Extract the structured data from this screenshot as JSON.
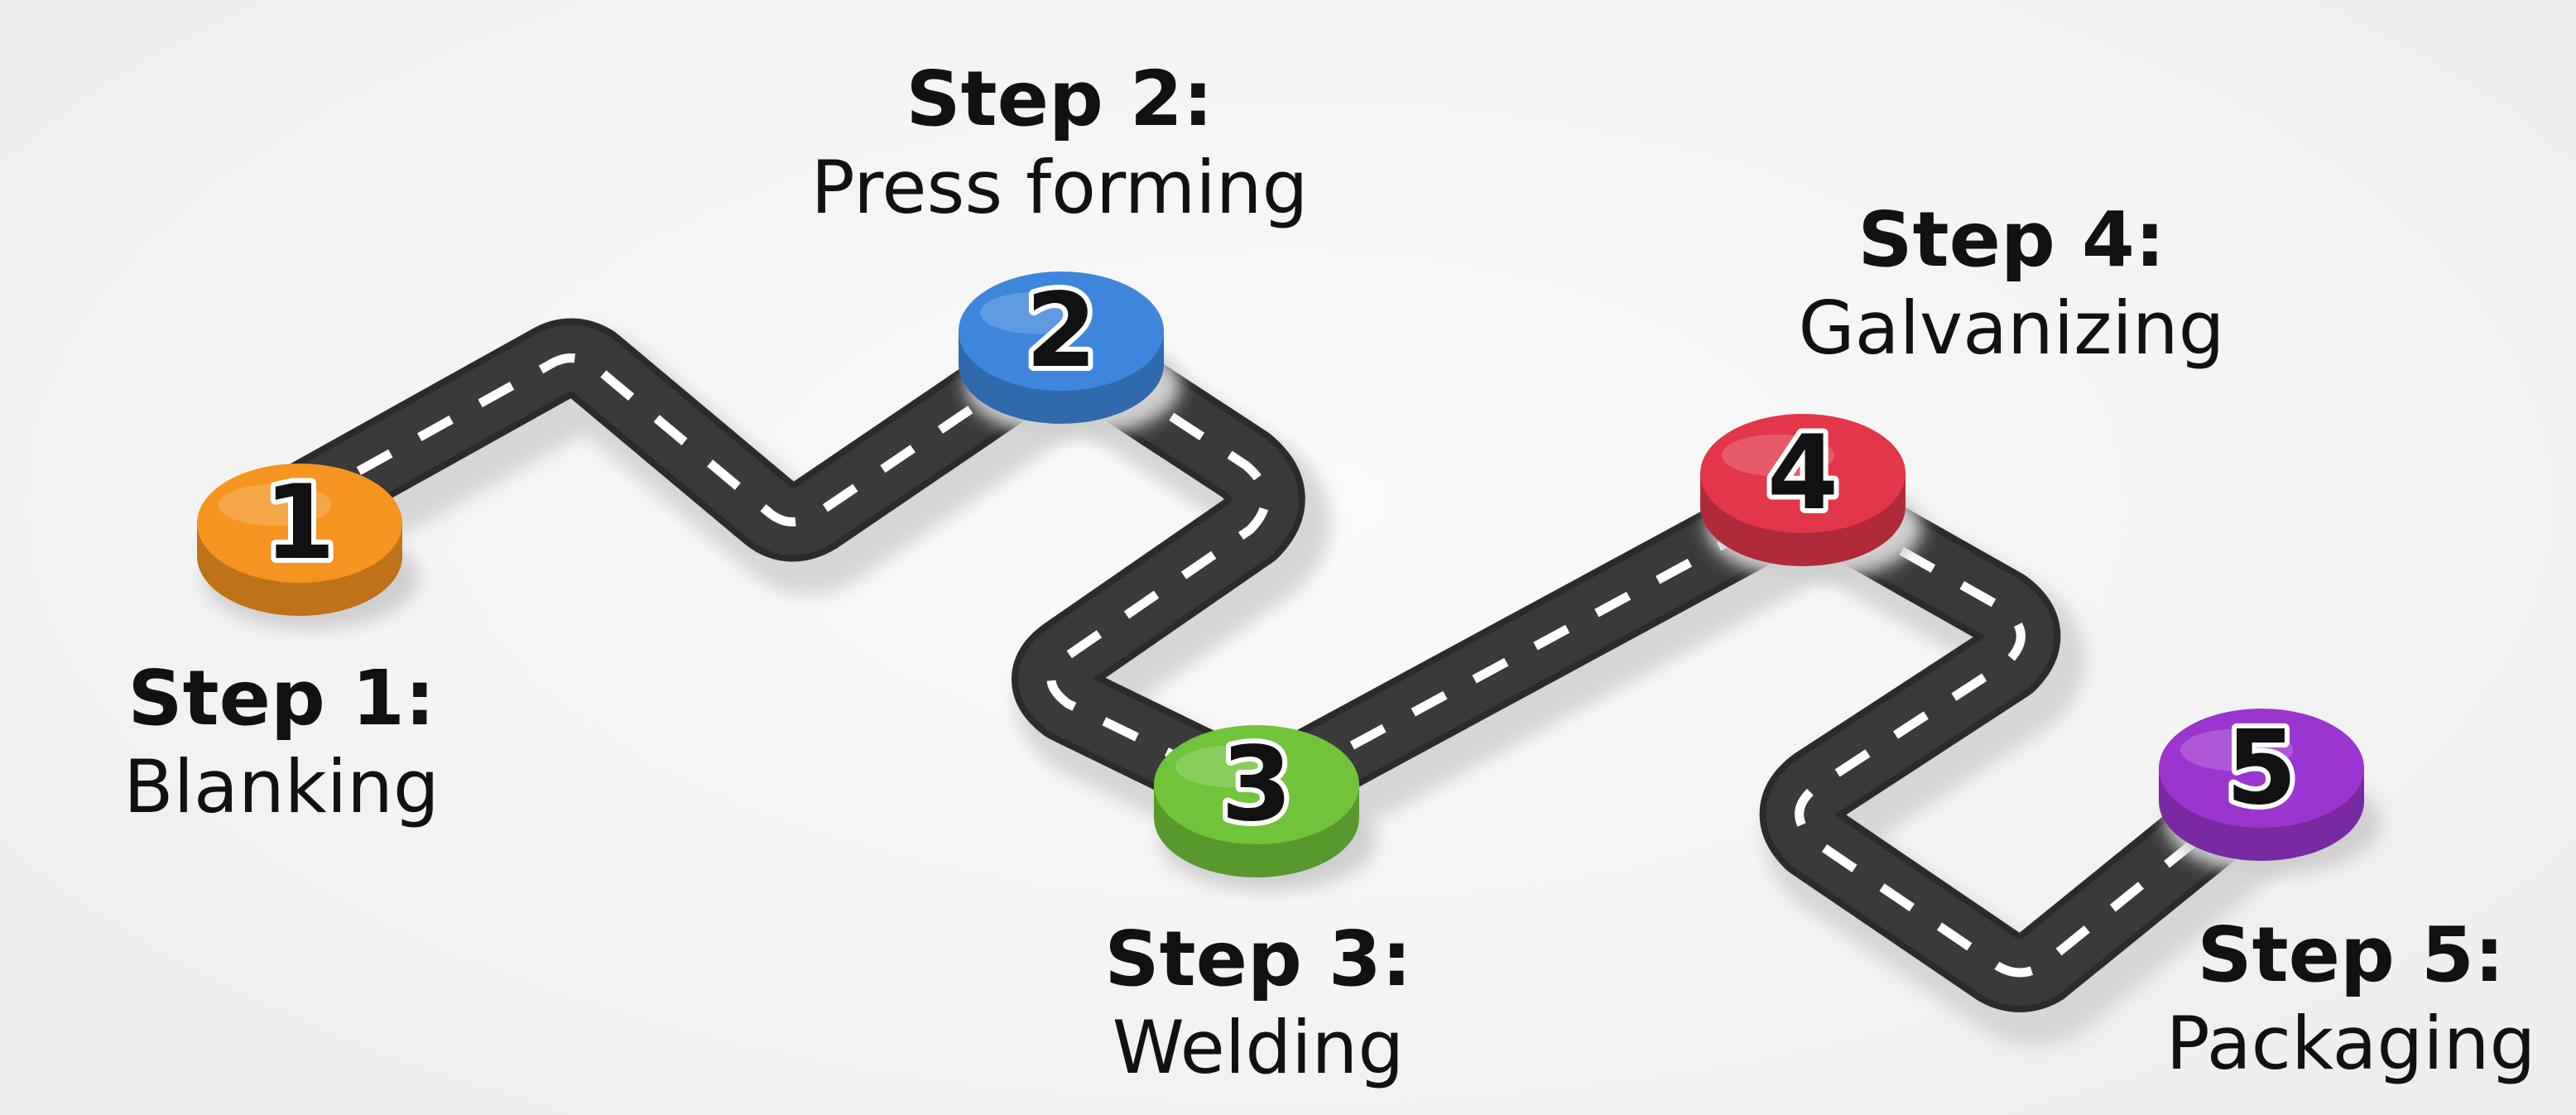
{
  "steps": [
    {
      "number": "1",
      "title": "Step 1:",
      "name": "Blanking",
      "color": "#F5941F"
    },
    {
      "number": "2",
      "title": "Step 2:",
      "name": "Press forming",
      "color": "#3D86DC"
    },
    {
      "number": "3",
      "title": "Step 3:",
      "name": "Welding",
      "color": "#6FC43A"
    },
    {
      "number": "4",
      "title": "Step 4:",
      "name": "Galvanizing",
      "color": "#E23649"
    },
    {
      "number": "5",
      "title": "Step 5:",
      "name": "Packaging",
      "color": "#9B35CF"
    }
  ],
  "colors": {
    "road": "#2b2b2b",
    "lane_marking": "#ffffff",
    "road_shadow": "#d6d6d6",
    "number_text": "#111111",
    "number_outline": "#ffffff"
  }
}
